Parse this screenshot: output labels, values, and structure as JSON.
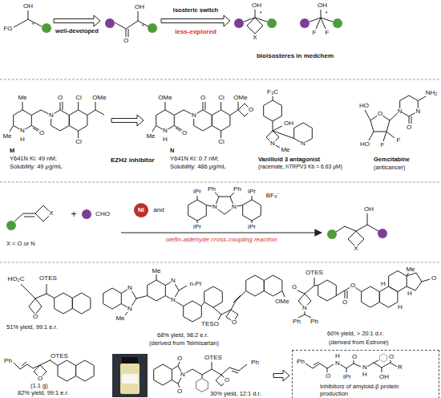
{
  "diagram": {
    "nodes": [
      {
        "text": [
          "FG",
          "OH",
          "*"
        ]
      },
      {
        "text": [
          "OH",
          "O",
          "*"
        ]
      },
      {
        "text": [
          "OH",
          "X",
          "*"
        ]
      },
      {
        "text": [
          "OH",
          "F",
          "F",
          "*"
        ]
      },
      {
        "text": [
          "Me",
          "Me",
          "N",
          "H",
          "O",
          "N",
          "O",
          "Cl",
          "Cl",
          "OMe",
          "M",
          "Y641N Ki: 49 nM;",
          "Solubility: 49 μg/mL"
        ]
      },
      {
        "text": [
          "OMe",
          "Me",
          "N",
          "H",
          "O",
          "N",
          "O",
          "Cl",
          "Cl",
          "OMe",
          "O",
          "N",
          "Y641N Ki: 0.7 nM;",
          "Solubility: 486 μg/mL"
        ]
      },
      {
        "text": [
          "F₃C",
          "OH",
          "N",
          "N",
          "Me",
          "Vanilloid 3 antagonist",
          "(racemate, hTRPV3 Kb = 6.63 μM)"
        ]
      },
      {
        "text": [
          "HO",
          "O",
          "HO",
          "F",
          "F",
          "N",
          "N",
          "NH₂",
          "O",
          "Gemcitabine",
          "(anticancer)"
        ]
      },
      {
        "text": [
          "X",
          "X = O or N"
        ]
      },
      {
        "text": [
          "CHO"
        ]
      },
      {
        "text": [
          "OH",
          "X"
        ]
      },
      {
        "text": [
          "HO₂C",
          "O",
          "OTES",
          "51% yield, 99:1 e.r."
        ]
      },
      {
        "text": [
          "Me",
          "N",
          "N",
          "Me",
          "N",
          "N",
          "n-Pr",
          "TESO",
          "O",
          "OMe",
          "68% yield, 98:2 e.r.",
          "(derived from Telmisartan)"
        ]
      },
      {
        "text": [
          "OTES",
          "G",
          "N",
          "Ph",
          "Ph",
          "O",
          "O",
          "Me",
          "O",
          "H",
          "H",
          "H",
          "60% yield, > 20:1 d.r.",
          "(derived from Estrone)"
        ]
      },
      {
        "text": [
          "Ph",
          "OTES",
          "O",
          "(1.1 g)",
          "82% yield, 99:1 e.r."
        ]
      },
      {
        "text": [
          "O",
          "N",
          "O",
          "OTES",
          "O",
          "Ph",
          "30% yield, 12:1 d.r."
        ]
      },
      {
        "text": [
          "Ph",
          "O",
          "H",
          "N",
          "iPr",
          "O",
          "N",
          "H",
          "OH",
          "O",
          "R",
          "Inhibitors of amyloid-β protein production"
        ]
      }
    ],
    "edges": [
      {
        "from": 0,
        "to": 1,
        "arrow": "to",
        "label": "well-developed"
      },
      {
        "from": 1,
        "to": 2,
        "arrow": "to",
        "label": "Isosteric switch"
      },
      {
        "from": 4,
        "to": 5,
        "arrow": "to"
      },
      {
        "from": 9,
        "to": 10,
        "arrow": "to",
        "label": "olefin-aldehyde cross-coupling reaction"
      },
      {
        "from": 15,
        "to": 16,
        "arrow": "to"
      }
    ],
    "labels": [
      "less-explored",
      "bioisosteres in medchem",
      "EZH2 inhibitor",
      "+",
      "Ni",
      "and",
      "Ph",
      "Ph",
      "iPr",
      "iPr",
      "N",
      "N",
      "iPr",
      "iPr",
      "BF₄⁻"
    ]
  }
}
